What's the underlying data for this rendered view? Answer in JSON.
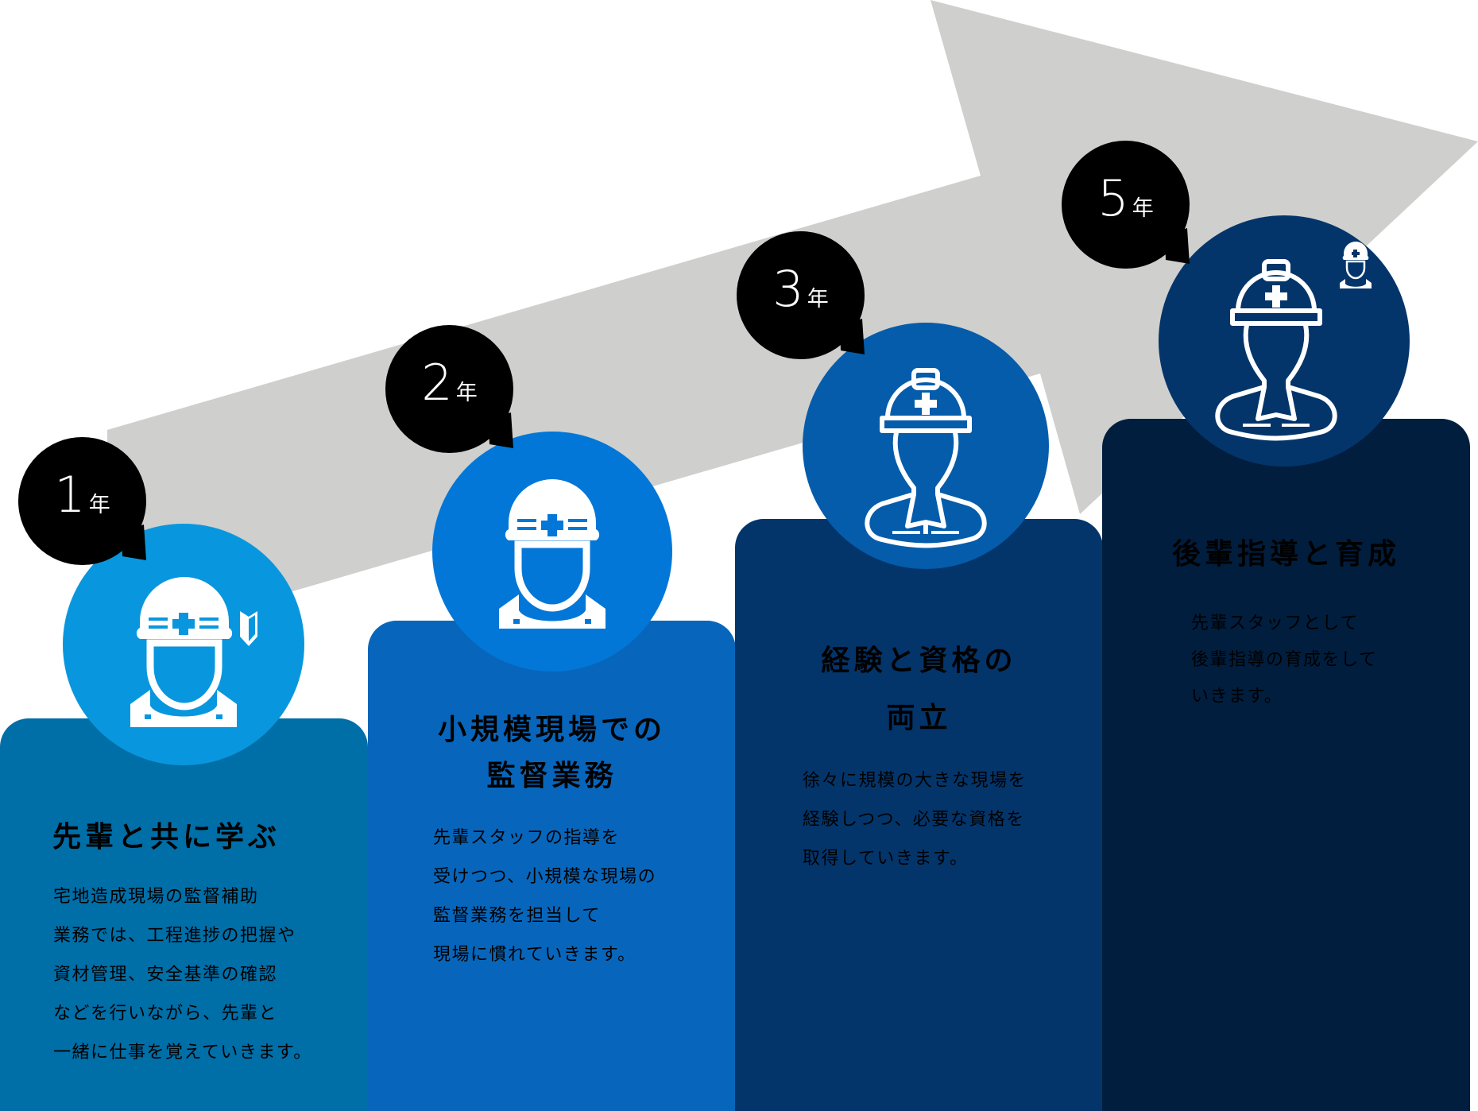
{
  "colors": {
    "arrow": "#cfcfcd",
    "bubble": "#000000",
    "card1": "#006ea7",
    "card2": "#0766bb",
    "card3": "#03356b",
    "card4": "#011e3e",
    "circle1": "#0897de",
    "circle2": "#0277d8",
    "circle3": "#045cab",
    "circle4": "#03356b"
  },
  "steps": [
    {
      "year_num": "1",
      "year_unit": "年",
      "title_lines": [
        "先輩と共に学ぶ"
      ],
      "body": "宅地造成現場の監督補助\n業務では、工程進捗の把握や\n資材管理、安全基準の確認\nなどを行いながら、先輩と\n一緒に仕事を覚えていきます。",
      "icon": "worker-with-beginner-mark-icon"
    },
    {
      "year_num": "2",
      "year_unit": "年",
      "title_lines": [
        "小規模現場での",
        "監督業務"
      ],
      "body": "先輩スタッフの指導を\n受けつつ、小規模な現場の\n監督業務を担当して\n現場に慣れていきます。",
      "icon": "worker-icon"
    },
    {
      "year_num": "3",
      "year_unit": "年",
      "title_lines": [
        "経験と資格の",
        "両立"
      ],
      "body": "徐々に規模の大きな現場を\n経験しつつ、必要な資格を\n取得していきます。",
      "icon": "supervisor-icon"
    },
    {
      "year_num": "5",
      "year_unit": "年",
      "title_lines": [
        "後輩指導と育成"
      ],
      "body": "先輩スタッフとして\n後輩指導の育成をして\nいきます。",
      "icon": "supervisor-with-junior-icon"
    }
  ]
}
